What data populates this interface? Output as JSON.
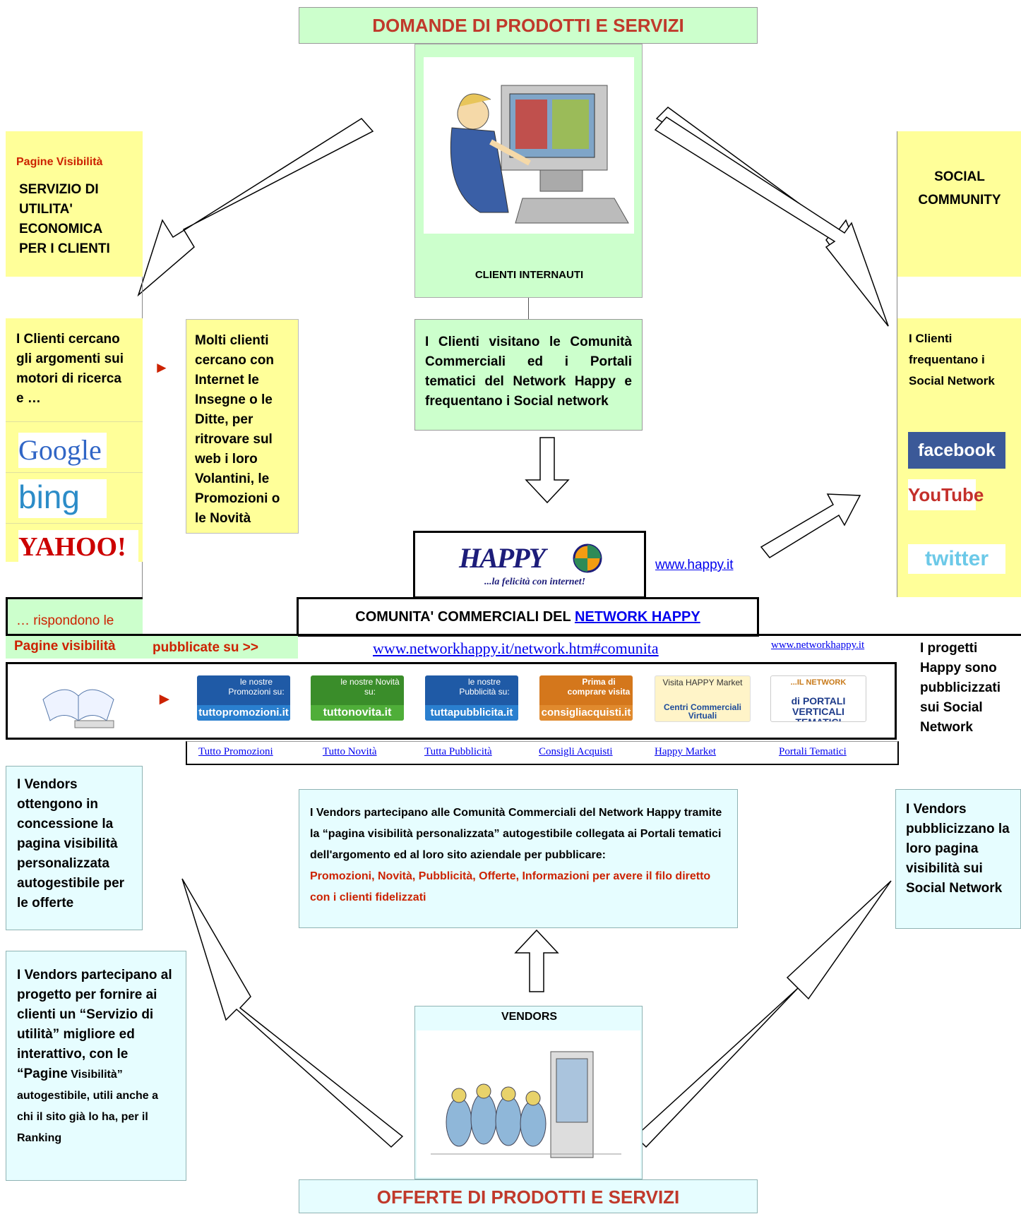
{
  "top_title": "DOMANDE DI PRODOTTI E SERVIZI",
  "bottom_title": "OFFERTE DI PRODOTTI E SERVIZI",
  "clients_label": "CLIENTI INTERNAUTI",
  "clients_text": "I Clienti visitano le Comunità Commerciali ed i Portali tematici del Network Happy e frequentano i Social network",
  "left_panel": {
    "tag": "Pagine Visibilità",
    "heading": "SERVIZIO DI UTILITA' ECONOMICA PER I CLIENTI",
    "search_text": "I Clienti cercano gli argomenti sui motori di ricerca e …",
    "engines": [
      "Google",
      "bing",
      "YAHOO!"
    ]
  },
  "middle_left_text": "Molti clienti cercano con Internet le Insegne o le Ditte, per ritrovare sul web i loro Volantini, le Promozioni o le Novità",
  "right_panel": {
    "heading": "SOCIAL COMMUNITY",
    "text": "I Clienti frequentano i Social Network",
    "networks": [
      "facebook",
      "YouTube",
      "twitter"
    ]
  },
  "happy": {
    "logo_text": "HAPPY",
    "tagline": "...la felicità con internet!",
    "url": "www.happy.it"
  },
  "community": {
    "title_prefix": "COMUNITA' COMMERCIALI DEL ",
    "title_link": "NETWORK HAPPY",
    "rispondono": "… rispondono le",
    "pagine_visibilita": "Pagine visibilità",
    "pubblicate": "pubblicate su  >>",
    "url_main": "www.networkhappy.it/network.htm#comunita",
    "url_small": "www.networkhappy.it",
    "progetti": "I progetti Happy sono pubblicizzati sui Social Network"
  },
  "banners": [
    {
      "top": "le nostre Promozioni su:",
      "bottom": "tuttopromozioni.it",
      "link": "Tutto Promozioni"
    },
    {
      "top": "le nostre Novità su:",
      "bottom": "tuttonovita.it",
      "link": "Tutto Novità"
    },
    {
      "top": "le nostre Pubblicità su:",
      "bottom": "tuttapubblicita.it",
      "link": "Tutta Pubblicità"
    },
    {
      "top": "Prima di comprare visita",
      "bottom": "consigliacquisti.it",
      "link": "Consigli Acquisti"
    },
    {
      "top": "Visita HAPPY Market",
      "bottom": "Centri Commerciali Virtuali",
      "link": "Happy Market"
    },
    {
      "top": "...IL NETWORK",
      "bottom": "di PORTALI VERTICALI TEMATICI",
      "link": "Portali Tematici"
    }
  ],
  "vendors_left_1": "I Vendors ottengono in concessione la pagina visibilità personalizzata autogestibile per le offerte",
  "vendors_left_2": {
    "part1": "I Vendors partecipano al progetto per fornire ai clienti un “Servizio di utilità” migliore ed interattivo, con le “Pagine",
    "part2": "Visibilità” autogestibile, utili anche a chi il sito già lo ha, per il Ranking"
  },
  "vendors_center": {
    "text": "I Vendors partecipano alle Comunità Commerciali del Network Happy tramite la “pagina visibilità personalizzata” autogestibile collegata ai Portali tematici dell'argomento ed al loro sito aziendale per pubblicare:",
    "highlight": "Promozioni, Novità, Pubblicità, Offerte, Informazioni per avere il filo diretto con i clienti fidelizzati"
  },
  "vendors_right": "I Vendors pubblicizzano la loro pagina visibilità sui Social Network",
  "vendors_label": "VENDORS",
  "colors": {
    "green": "#ccffcc",
    "yellow": "#ffff99",
    "cyan": "#e6fdff",
    "title_red": "#c0392b"
  }
}
